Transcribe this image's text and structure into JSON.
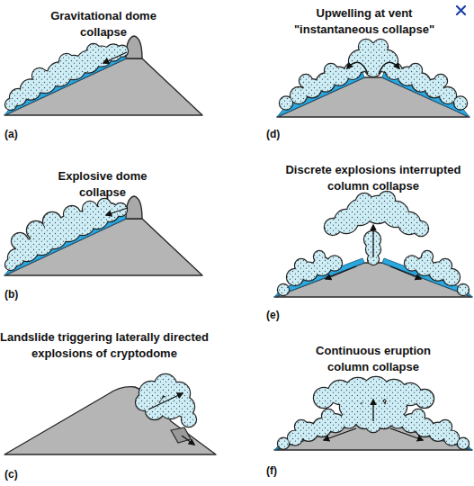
{
  "diagram": {
    "labels": [
      "Gravitational dome collapse",
      "(a)",
      "Explosive dome collapse",
      "(b)",
      "Landslide triggering laterally directed explosions of cryptodome",
      "(c)",
      "Upwelling at vent \"instantaneous collapse\"",
      "(d)",
      "Discrete explosions interrupted column collapse",
      "(e)",
      "Continuous eruption column collapse",
      "(f)"
    ]
  }
}
